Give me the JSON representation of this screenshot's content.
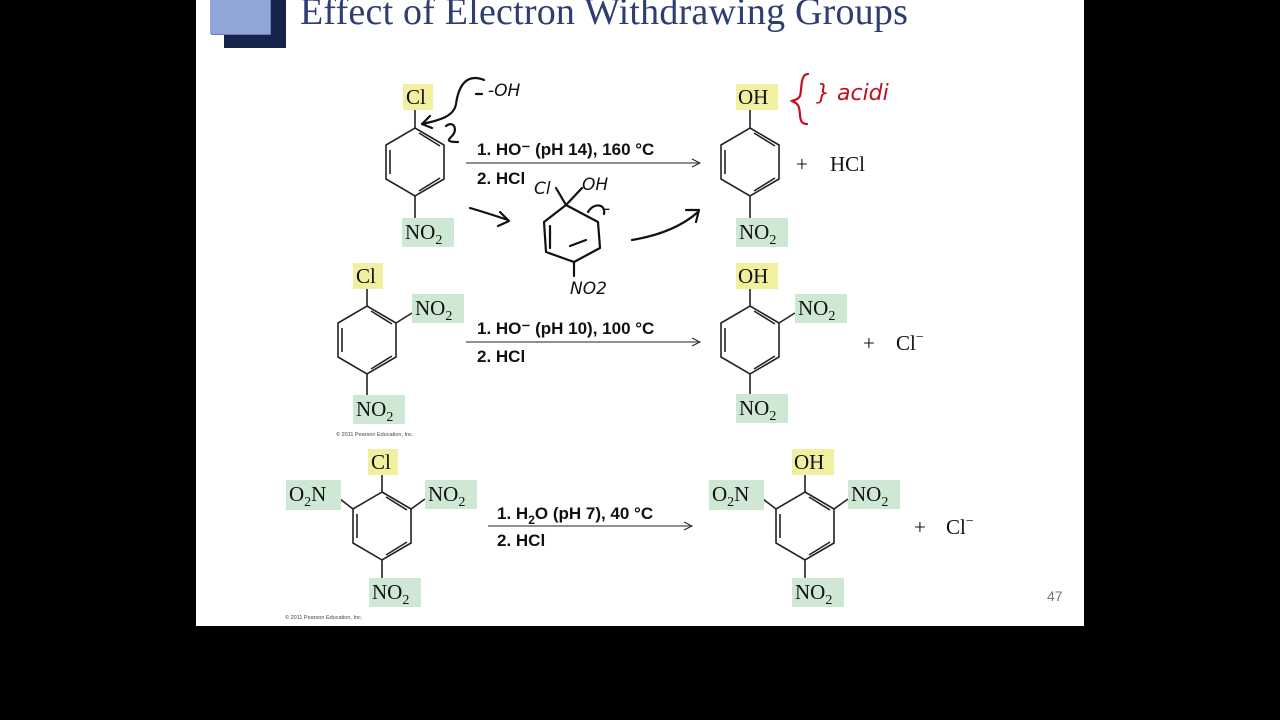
{
  "slide": {
    "title": "Effect of Electron Withdrawing Groups",
    "page_number": "47"
  },
  "labels": {
    "cl": "Cl",
    "oh": "OH",
    "no": "NO",
    "sub2": "2",
    "o": "O",
    "n": "N",
    "plus": "+",
    "hcl": "HCl",
    "cl_ion": "Cl",
    "minus": "−"
  },
  "reactions": [
    {
      "step1": "1.  HO⁻ (pH 14), 160 °C",
      "step2": "2.  HCl"
    },
    {
      "step1": "1.  HO⁻ (pH 10), 100 °C",
      "step2": "2.  HCl"
    },
    {
      "step1_a": "1.  H",
      "step1_sub": "2",
      "step1_b": "O (pH 7), 40 °C",
      "step2": "2.  HCl"
    }
  ],
  "copyright": "© 2011 Pearson Education, Inc.",
  "annotations": {
    "oh_nucleophile": "-OH",
    "acidic_note": "} acidi",
    "intermediate_cl": "Cl",
    "intermediate_oh": "OH",
    "intermediate_no2": "NO2",
    "charge": "-"
  },
  "colors": {
    "slide_bg": "#ffffff",
    "title": "#2e3e70",
    "cl_oh_highlight": "#f2f0a0",
    "no2_highlight": "#cfe8d4",
    "annotation_red": "#c0111a"
  }
}
